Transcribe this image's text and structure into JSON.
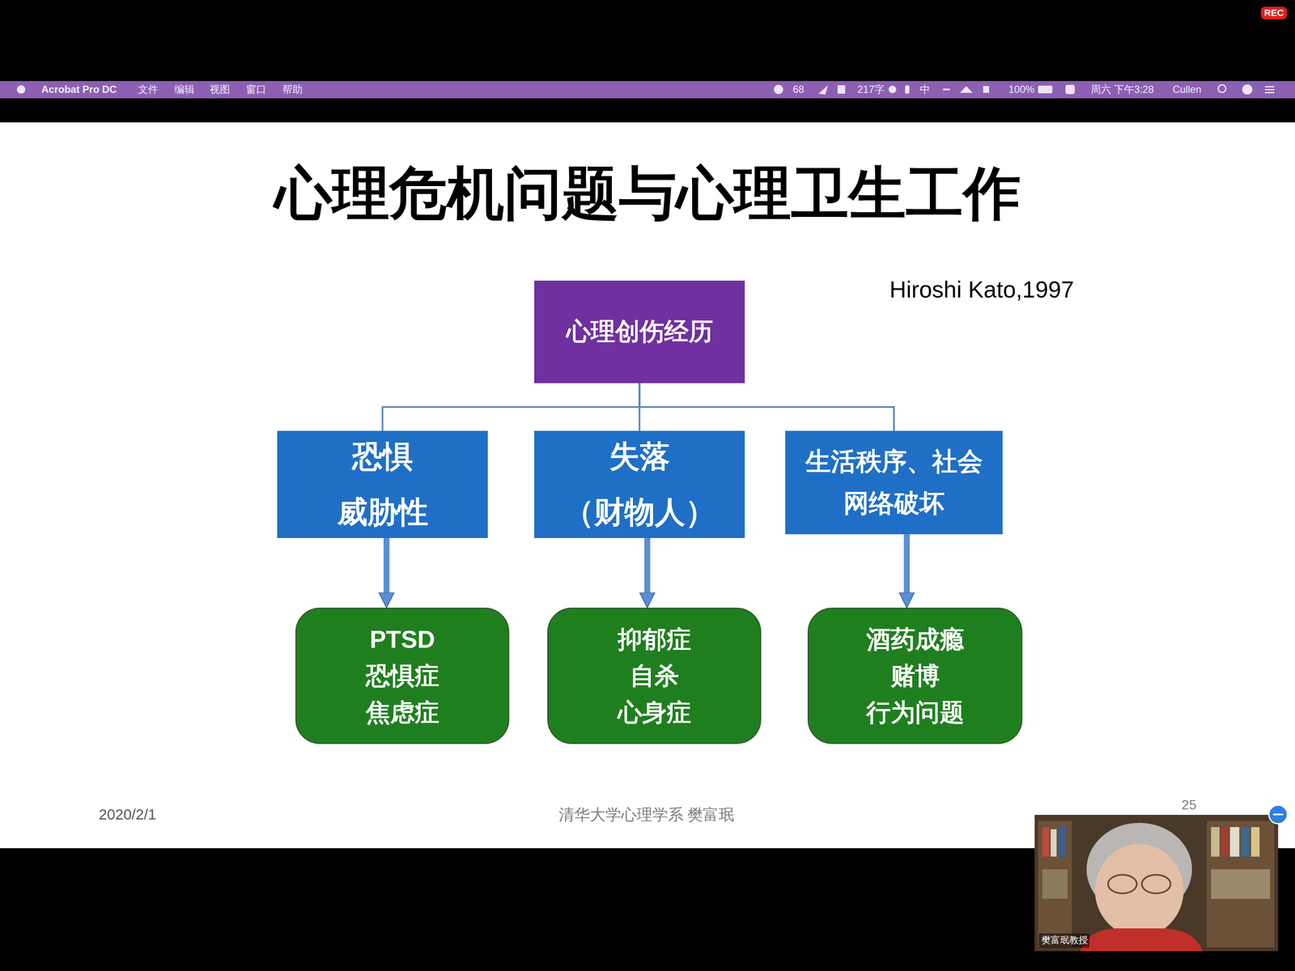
{
  "diagram": {
    "title": "心理危机问题与心理卫生工作",
    "nodes": [
      {
        "text": [
          "心理创伤经历"
        ]
      },
      {
        "text": [
          "恐惧",
          "威胁性"
        ]
      },
      {
        "text": [
          "失落",
          "（财物人）"
        ]
      },
      {
        "text": [
          "生活秩序、社会网络破坏"
        ]
      },
      {
        "text": [
          "PTSD",
          "恐惧症",
          "焦虑症"
        ]
      },
      {
        "text": [
          "抑郁症",
          "自杀",
          "心身症"
        ]
      },
      {
        "text": [
          "酒药成瘾",
          "赌博",
          "行为问题"
        ]
      }
    ],
    "edges": [
      {
        "from": 0,
        "to": 1,
        "arrow": "none"
      },
      {
        "from": 0,
        "to": 2,
        "arrow": "none"
      },
      {
        "from": 0,
        "to": 3,
        "arrow": "none"
      },
      {
        "from": 1,
        "to": 4,
        "arrow": "to"
      },
      {
        "from": 2,
        "to": 5,
        "arrow": "to"
      },
      {
        "from": 3,
        "to": 6,
        "arrow": "to"
      }
    ],
    "labels": [
      "REC",
      "Acrobat Pro DC",
      "文件",
      "编辑",
      "视图",
      "窗口",
      "帮助",
      "68",
      "217字",
      "中",
      "100%",
      "周六 下午3:28",
      "Cullen",
      "Hiroshi Kato,1997",
      "2020/2/1",
      "清华大学心理学系 樊富珉",
      "25",
      "樊富珉教授"
    ]
  }
}
